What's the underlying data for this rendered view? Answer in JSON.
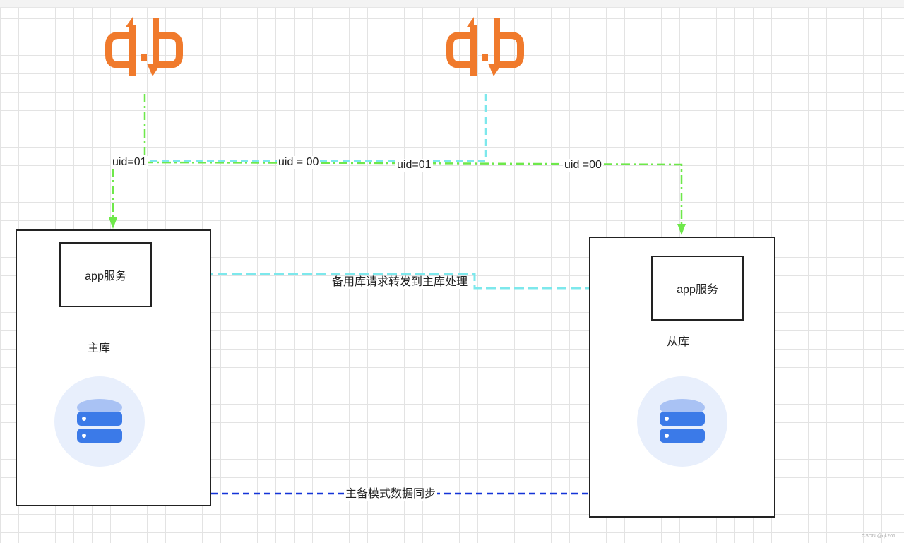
{
  "colors": {
    "gateway": "#f07a2c",
    "route_green": "#6ee84a",
    "route_cyan": "#7de8ec",
    "sync_blue": "#1434d8",
    "db_circle": "#e8effc",
    "db_stack": "#3b7ae8",
    "db_stack_light": "#a9c2f4"
  },
  "icons": {
    "gateway": "gateway-icon",
    "database": "database-icon"
  },
  "routes": {
    "left_green": "uid=01",
    "left_cyan": "uid = 00",
    "right_green": "uid=01",
    "right_cyan": "uid =00"
  },
  "primary": {
    "app_label": "app服务",
    "db_label": "主库"
  },
  "standby": {
    "app_label": "app服务",
    "db_label": "从库"
  },
  "forward_label": "备用库请求转发到主库处理",
  "sync_label": "主备模式数据同步",
  "watermark": "CSDN @qk201"
}
